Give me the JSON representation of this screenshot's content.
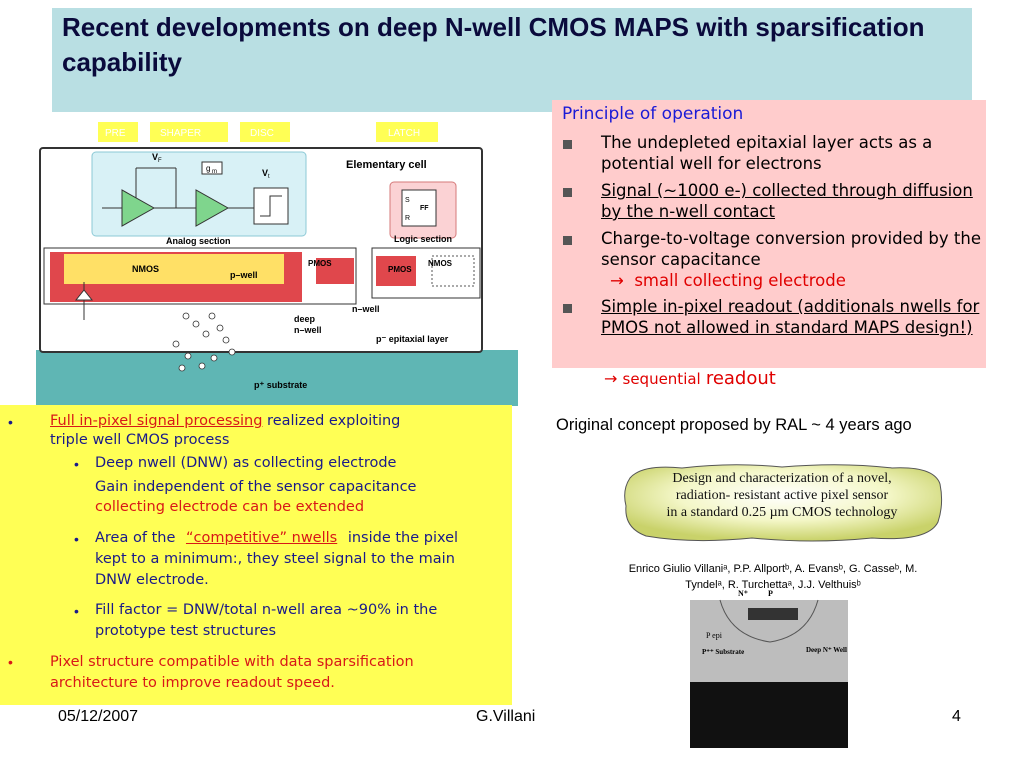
{
  "title": "Recent developments on deep N-well CMOS MAPS with sparsification capability",
  "diagram": {
    "tabs": [
      "PRE",
      "SHAPER",
      "DISC",
      "LATCH"
    ],
    "elementary_cell": "Elementary cell",
    "analog_section": "Analog section",
    "logic_section": "Logic section",
    "vf": "V",
    "vf_sub": "F",
    "gm": "g",
    "gm_sub": "m",
    "vt": "V",
    "vt_sub": "t",
    "ff_s": "S",
    "ff_ff": "FF",
    "ff_r": "R",
    "nmos": "NMOS",
    "pwell": "p–well",
    "pmos1": "PMOS",
    "pmos2": "PMOS",
    "nmos2": "NMOS",
    "nwell": "n–well",
    "deep_nwell_1": "deep",
    "deep_nwell_2": "n–well",
    "epi": "p⁻  epitaxial layer",
    "substrate": "p⁺  substrate"
  },
  "principle": {
    "heading": "Principle of operation",
    "items": [
      "The undepleted epitaxial layer acts as a potential well for electrons",
      "Signal (~1000 e-) collected through diffusion by the n-well contact",
      "Charge-to-voltage conversion provided by the sensor capacitance",
      "Simple in-pixel readout  (additionals nwells for PMOS not allowed in standard MAPS design!)"
    ],
    "arrow1": "small collecting electrode",
    "arrow2_a": "sequential",
    "arrow2_b": "readout"
  },
  "concept": "Original concept proposed by RAL ~ 4 years ago",
  "paper": {
    "line1": "Design and characterization of a novel,",
    "line2": "radiation- resistant active pixel sensor",
    "line3": "in a standard 0.25 µm CMOS technology",
    "authors_1": "Enrico Giulio Villaniᵃ, P.P. Allportᵇ, A. Evansᵇ, G. Casseᵇ, M.",
    "authors_2": "Tyndelᵃ, R. Turchettaᵃ, J.J. Velthuisᵇ"
  },
  "crosssection": {
    "nplus": "N⁺",
    "p": "P",
    "pepi": "P epi",
    "psub": "P⁺⁺ Substrate",
    "deep": "Deep N⁺ Well"
  },
  "yellow": {
    "b1_u": "Full in-pixel signal processing",
    "b1_rest": " realized  exploiting",
    "b1_line2": "triple well CMOS process",
    "s1": "Deep nwell (DNW) as collecting electrode",
    "s1_l2": "Gain independent of the sensor capacitance",
    "s1_l3": "collecting electrode can be extended",
    "s2_a": "Area of the",
    "s2_u": "“competitive” nwells",
    "s2_b": "inside the pixel",
    "s2_l2": "kept to a minimum:, they steel signal to the main",
    "s2_l3": "DNW electrode.",
    "s3": "Fill factor = DNW/total n-well area ~90% in the",
    "s3_l2": "prototype test structures",
    "b2": "Pixel structure compatible with data sparsification",
    "b2_l2": "architecture to improve readout speed."
  },
  "footer": {
    "date": "05/12/2007",
    "author": "G.Villani",
    "page": "4"
  },
  "colors": {
    "title_bg": "#b9dfe3",
    "principle_bg": "#ffcccc",
    "yellow_bg": "#ffff55",
    "substrate": "#5fb6b4"
  }
}
